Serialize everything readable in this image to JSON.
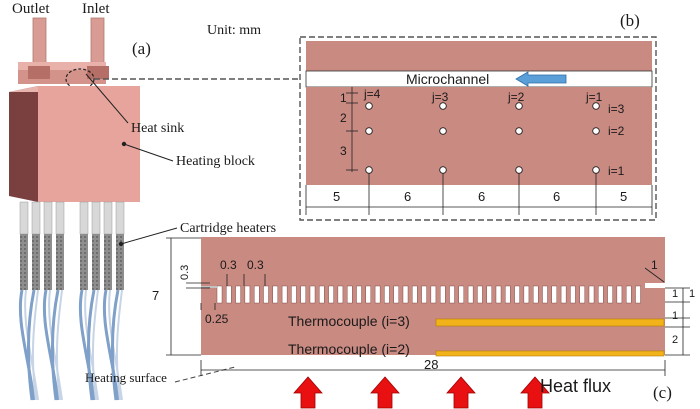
{
  "labels": {
    "outlet": "Outlet",
    "inlet": "Inlet",
    "panel_a": "(a)",
    "unit": "Unit: mm",
    "panel_b": "(b)",
    "heat_sink": "Heat sink",
    "heating_block": "Heating block",
    "cartridge_heaters": "Cartridge heaters",
    "heating_surface": "Heating surface",
    "panel_c": "(c)",
    "heat_flux": "Heat flux",
    "microchannel": "Microchannel",
    "thermocouple_i3": "Thermocouple (i=3)",
    "thermocouple_i2": "Thermocouple (i=2)"
  },
  "grid": {
    "columns": [
      "j=4",
      "j=3",
      "j=2",
      "j=1"
    ],
    "rows": [
      "i=3",
      "i=2",
      "i=1"
    ]
  },
  "dims_b": {
    "horizontal": [
      "5",
      "6",
      "6",
      "6",
      "5"
    ],
    "vertical": [
      "1",
      "2",
      "3"
    ]
  },
  "dims_c": {
    "fin_width": "0.3",
    "fin_gap": "0.3",
    "left_depth": "0.3",
    "base_gap": "0.25",
    "total_height": "7",
    "right_step": "1",
    "right_dims": [
      "1",
      "1",
      "1",
      "2"
    ],
    "total_length": "28"
  },
  "colors": {
    "copper": "#c98a82",
    "copper_dark": "#8a4a45",
    "copper_light": "#e9b5ae",
    "tube": "#d89a92",
    "heater_grey": "#9a9a9a",
    "thermocouple": "#f2b21a",
    "arrow_red": "#e81010",
    "flow_arrow": "#5a9fd8"
  }
}
